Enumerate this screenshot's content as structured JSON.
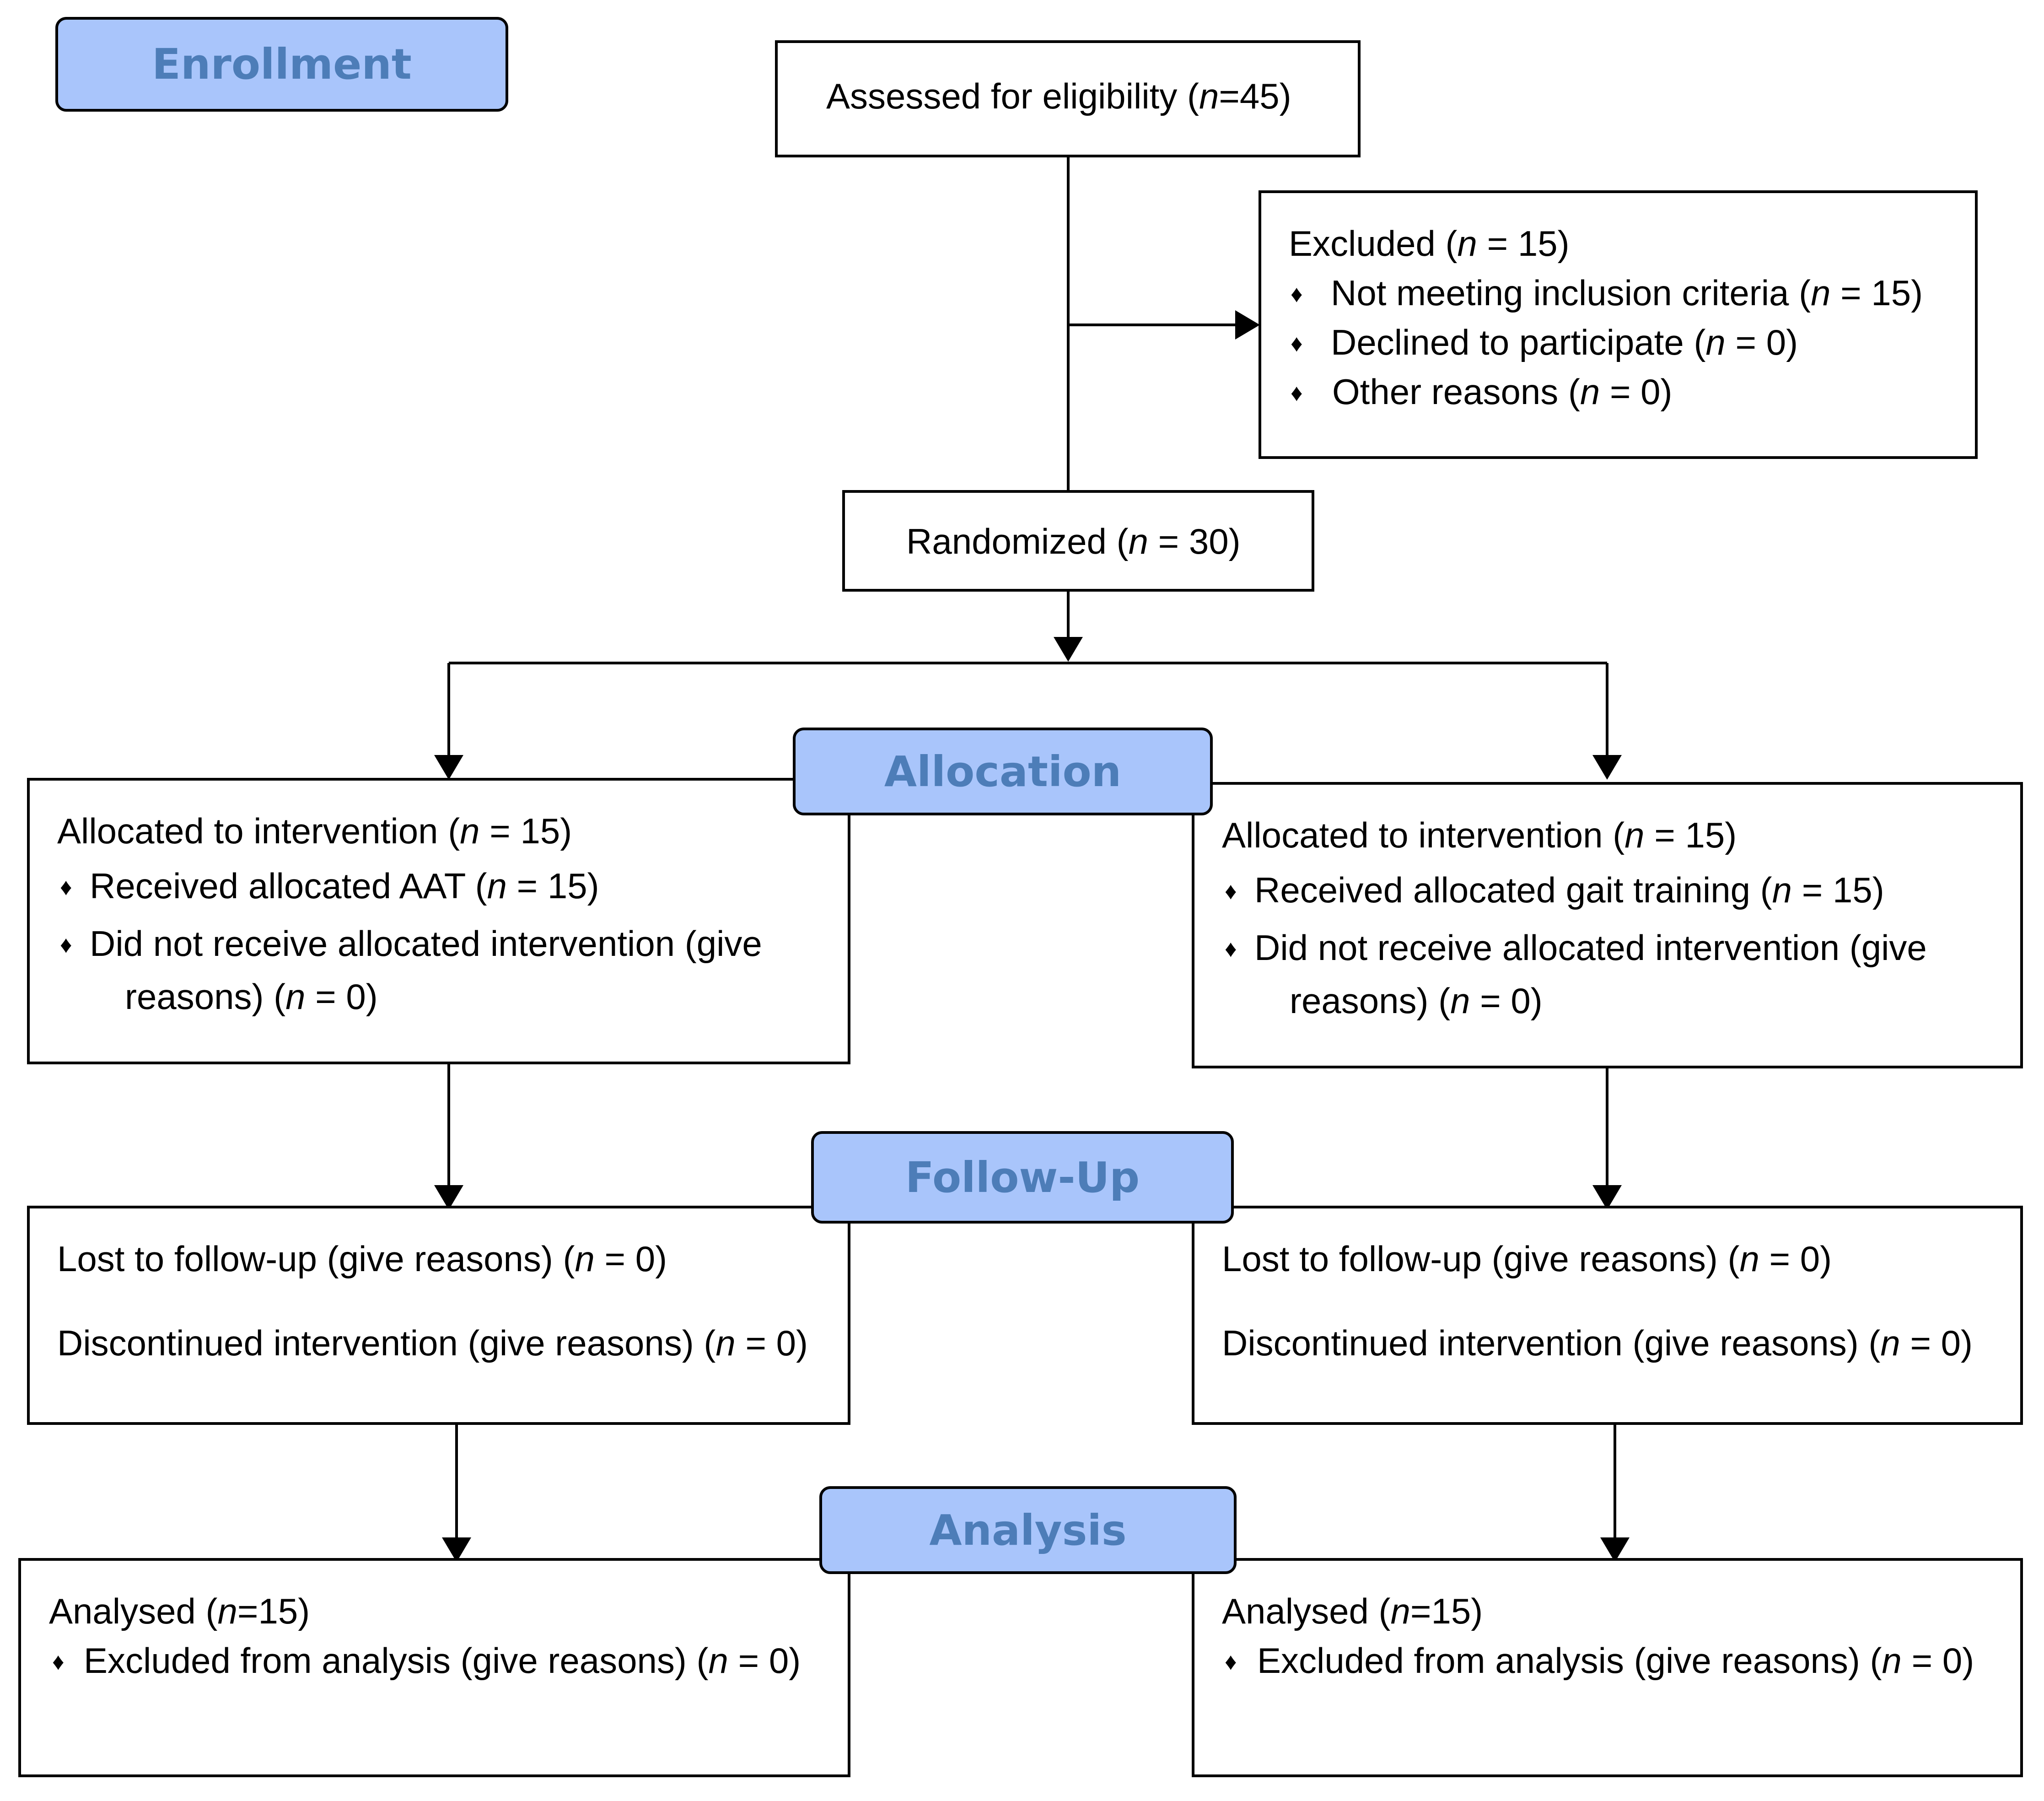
{
  "stages": {
    "enrollment": "Enrollment",
    "allocation": "Allocation",
    "follow_up": "Follow-Up",
    "analysis": "Analysis"
  },
  "assessed": {
    "prefix": "Assessed for eligibility (",
    "n": "n",
    "suffix": "=45)"
  },
  "excluded": {
    "title": {
      "prefix": "Excluded  (",
      "n": "n",
      "suffix": " = 15)"
    },
    "items": [
      {
        "prefix": "Not meeting inclusion criteria (",
        "n": "n",
        "suffix": " = 15)"
      },
      {
        "prefix": "Declined to participate (",
        "n": "n",
        "suffix": " = 0)"
      },
      {
        "prefix": "Other reasons (",
        "n": "n",
        "suffix": " = 0)"
      }
    ]
  },
  "randomized": {
    "prefix": "Randomized (",
    "n": "n",
    "suffix": " = 30)"
  },
  "bullet": "♦",
  "arms": [
    {
      "allocated": {
        "prefix": "Allocated to intervention (",
        "n": "n",
        "suffix": " = 15)"
      },
      "received": {
        "prefix": "Received allocated AAT (",
        "n": "n",
        "suffix": " = 15)"
      },
      "not_received_1": "Did not receive allocated intervention (give",
      "not_received_2": {
        "prefix": "reasons) (",
        "n": "n",
        "suffix": " = 0)"
      },
      "lost": {
        "prefix": "Lost to follow-up (give reasons) (",
        "n": "n",
        "suffix": " = 0)"
      },
      "discontinued": {
        "prefix": "Discontinued intervention (give reasons) (",
        "n": "n",
        "suffix": " = 0)"
      },
      "analysed": {
        "prefix": "Analysed (",
        "n": "n",
        "suffix": "=15)"
      },
      "excluded_analysis": {
        "prefix": "Excluded from analysis (give reasons) (",
        "n": "n",
        "suffix": " = 0)"
      }
    },
    {
      "allocated": {
        "prefix": "Allocated to intervention (",
        "n": "n",
        "suffix": " = 15)"
      },
      "received": {
        "prefix": "Received allocated gait training (",
        "n": "n",
        "suffix": " = 15)"
      },
      "not_received_1": "Did not receive allocated intervention (give",
      "not_received_2": {
        "prefix": "reasons) (",
        "n": "n",
        "suffix": " = 0)"
      },
      "lost": {
        "prefix": "Lost to follow-up (give reasons) (",
        "n": "n",
        "suffix": " = 0)"
      },
      "discontinued": {
        "prefix": "Discontinued intervention (give reasons) (",
        "n": "n",
        "suffix": " = 0)"
      },
      "analysed": {
        "prefix": "Analysed (",
        "n": "n",
        "suffix": "=15)"
      },
      "excluded_analysis": {
        "prefix": "Excluded from analysis (give reasons) (",
        "n": "n",
        "suffix": " = 0)"
      }
    }
  ]
}
